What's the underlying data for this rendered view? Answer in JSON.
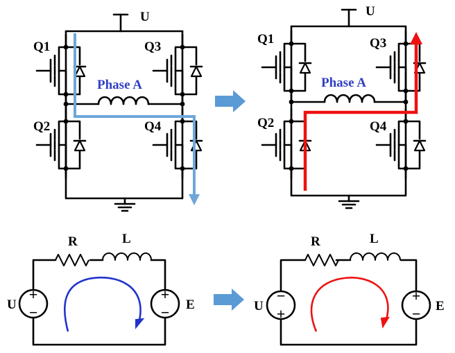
{
  "colors": {
    "path_blue": "#6fa6d8",
    "path_red": "#ee1111",
    "loop_blue": "#2233cc",
    "loop_red": "#ee1111",
    "phase_label": "#2f3fc4",
    "transition_arrow": "#5b9bd5"
  },
  "left_bridge": {
    "supply_label": "U",
    "q1_label": "Q1",
    "q2_label": "Q2",
    "q3_label": "Q3",
    "q4_label": "Q4",
    "phase_label": "Phase A"
  },
  "right_bridge": {
    "supply_label": "U",
    "q1_label": "Q1",
    "q2_label": "Q2",
    "q3_label": "Q3",
    "q4_label": "Q4",
    "phase_label": "Phase A"
  },
  "left_equivalent": {
    "resistor_label": "R",
    "inductor_label": "L",
    "source_left_label": "U",
    "source_right_label": "E",
    "source_left_top": "+",
    "source_left_bottom": "−",
    "source_right_top": "+",
    "source_right_bottom": "−"
  },
  "right_equivalent": {
    "resistor_label": "R",
    "inductor_label": "L",
    "source_left_label": "U",
    "source_right_label": "E",
    "source_left_top": "−",
    "source_left_bottom": "+",
    "source_right_top": "+",
    "source_right_bottom": "−"
  }
}
